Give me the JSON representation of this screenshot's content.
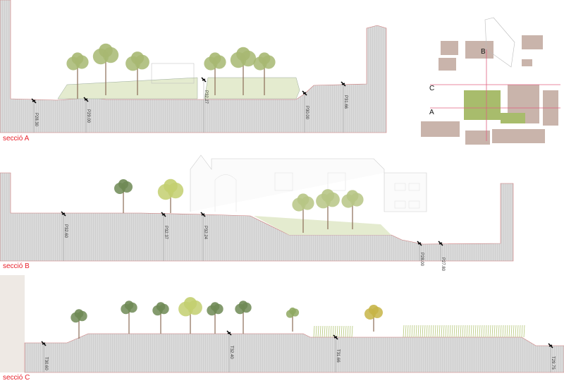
{
  "sections": [
    {
      "caption": "secció A",
      "levels": [
        "P28.30",
        "P29.00",
        "P32.27",
        "P30.00",
        "P31.66"
      ]
    },
    {
      "caption": "secció B",
      "levels": [
        "P32.60",
        "P32.37",
        "P32.24",
        "P28.00",
        "P27.80"
      ]
    },
    {
      "caption": "secció C",
      "levels": [
        "T30.60",
        "T32.40",
        "T31.66",
        "T29.75"
      ]
    }
  ],
  "key_plan": {
    "labels": [
      "A",
      "B",
      "C"
    ]
  },
  "colors": {
    "caption": "#e8202a",
    "ground": "#d9d9d9",
    "foliage": "#9fb35a",
    "cut_line": "#e06080"
  }
}
